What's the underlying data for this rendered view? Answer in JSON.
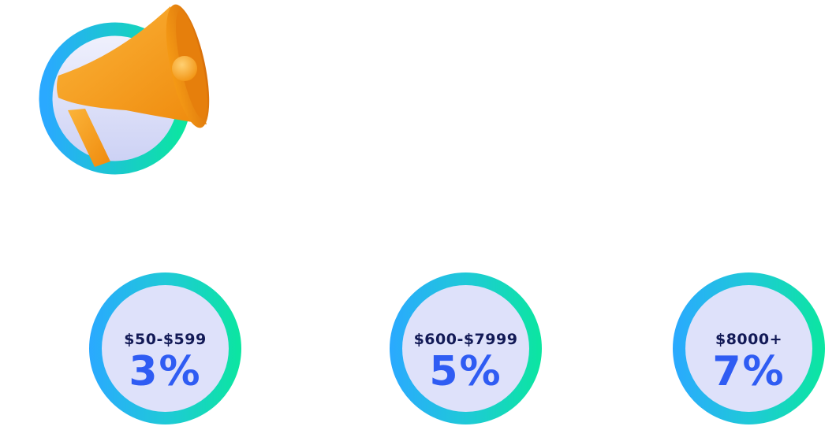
{
  "icon": "megaphone-icon",
  "colors": {
    "ring_start": "#2aa9ff",
    "ring_end": "#0be6a0",
    "circle_fill": "#dee1fa",
    "range_text": "#121956",
    "percent_text": "#2f5cf3",
    "megaphone": "#f7a21b"
  },
  "tiers": [
    {
      "range": "$50-$599",
      "percent": "3%"
    },
    {
      "range": "$600-$7999",
      "percent": "5%"
    },
    {
      "range": "$8000+",
      "percent": "7%"
    }
  ]
}
